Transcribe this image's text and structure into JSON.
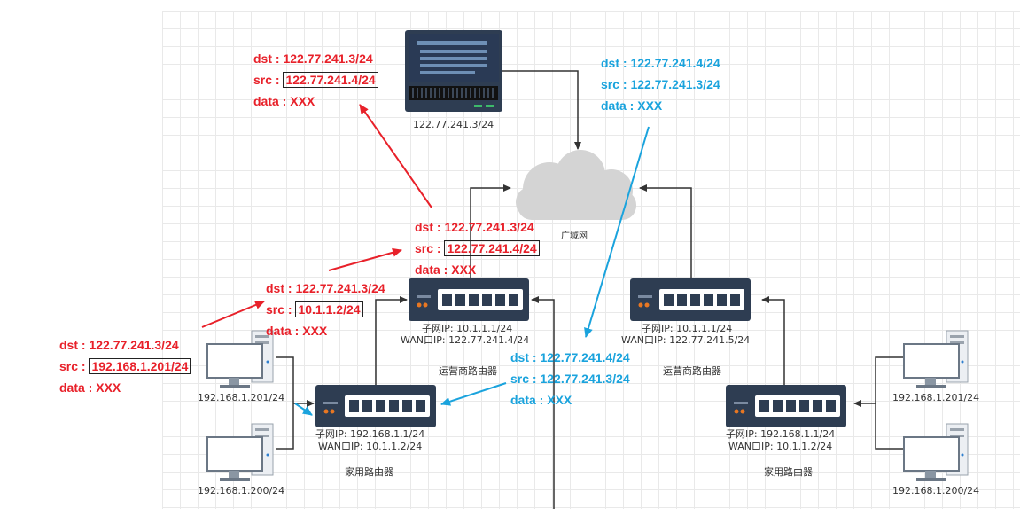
{
  "labels": {
    "server_ip": "122.77.241.3/24",
    "cloud": "广域网",
    "isp_left_subnet": "子网IP:  10.1.1.1/24",
    "isp_left_wan": "WAN口IP:  122.77.241.4/24",
    "isp_left_name": "运营商路由器",
    "isp_right_subnet": "子网IP:  10.1.1.1/24",
    "isp_right_wan": "WAN口IP:  122.77.241.5/24",
    "isp_right_name": "运营商路由器",
    "home_left_subnet": "子网IP:  192.168.1.1/24",
    "home_left_wan": "WAN口IP:  10.1.1.2/24",
    "home_left_name": "家用路由器",
    "home_right_subnet": "子网IP:  192.168.1.1/24",
    "home_right_wan": "WAN口IP:  10.1.1.2/24",
    "home_right_name": "家用路由器",
    "pc_ll_top": "192.168.1.201/24",
    "pc_ll_bot": "192.168.1.200/24",
    "pc_rr_top": "192.168.1.201/24",
    "pc_rr_bot": "192.168.1.200/24"
  },
  "packets": {
    "red_top": {
      "dst": "dst : 122.77.241.3/24",
      "src_prefix": "src : ",
      "src_value": "122.77.241.4/24",
      "data": "data : XXX"
    },
    "red_isp": {
      "dst": "dst : 122.77.241.3/24",
      "src_prefix": "src : ",
      "src_value": "122.77.241.4/24",
      "data": "data : XXX"
    },
    "red_home": {
      "dst": "dst : 122.77.241.3/24",
      "src_prefix": "src : ",
      "src_value": "10.1.1.2/24",
      "data": "data : XXX"
    },
    "red_pc": {
      "dst": "dst : 122.77.241.3/24",
      "src_prefix": "src : ",
      "src_value": "192.168.1.201/24",
      "data": "data : XXX"
    },
    "blue_top": {
      "dst": "dst : 122.77.241.4/24",
      "src": "src : 122.77.241.3/24",
      "data": "data : XXX"
    },
    "blue_mid": {
      "dst": "dst : 122.77.241.4/24",
      "src": "src : 122.77.241.3/24",
      "data": "data : XXX"
    }
  },
  "colors": {
    "request": "#e8212a",
    "response": "#1aa3dd",
    "device_dark": "#2e3d52",
    "connector": "#333333",
    "cloud": "#d4d4d4"
  }
}
